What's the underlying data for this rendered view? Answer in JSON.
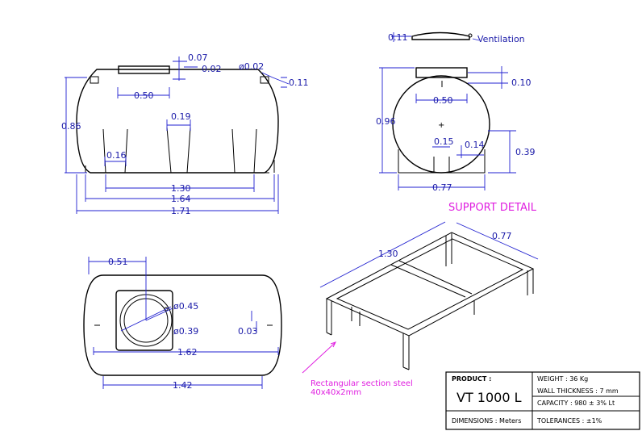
{
  "front_view": {
    "dim_lid_height": "0.07",
    "dim_lid_step": "0.02",
    "dim_vent": "ø0.02",
    "dim_vent_h": "0.11",
    "dim_opening": "0.50",
    "dim_height": "0.86",
    "dim_rib_top": "0.19",
    "dim_rib_bottom": "0.16",
    "dim_base_inner": "1.30",
    "dim_base_outer": "1.64",
    "dim_total": "1.71"
  },
  "side_view": {
    "dim_lid": "0.11",
    "label_vent": "Ventilation",
    "dim_neck": "0.10",
    "dim_opening": "0.50",
    "dim_height": "0.96",
    "dim_outlet": "0.15",
    "dim_outlet2": "0.14",
    "dim_outlet_h": "0.39",
    "dim_base": "0.77"
  },
  "top_view": {
    "dim_offset": "0.51",
    "dim_outer_d": "ø0.45",
    "dim_inner_d": "ø0.39",
    "dim_small": "0.03",
    "dim_width": "1.62",
    "dim_base": "1.42"
  },
  "support": {
    "title": "SUPPORT  DETAIL",
    "dim_length": "1.30",
    "dim_width": "0.77",
    "note_line1": "Rectangular  section  steel",
    "note_line2": "40x40x2mm"
  },
  "title_block": {
    "product_label": "PRODUCT :",
    "product_value": "VT  1000  L",
    "weight": "WEIGHT  :  36  Kg",
    "wall": "WALL  THICKNESS  :  7   mm",
    "capacity": "CAPACITY  :  980   ±  3%  Lt",
    "dimensions": "DIMENSIONS :  Meters",
    "tolerances": "TOLERANCES  :  ±1%"
  }
}
